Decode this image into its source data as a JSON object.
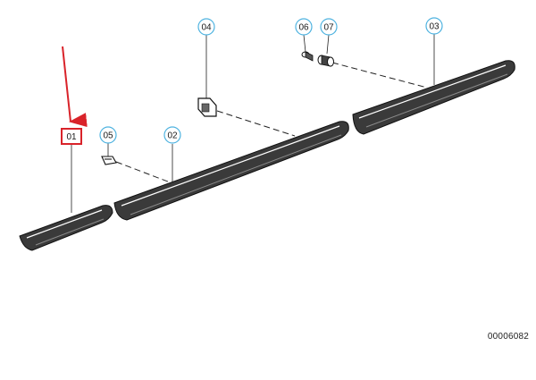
{
  "diagram": {
    "callouts": [
      {
        "id": "01",
        "label": "01",
        "style": "box"
      },
      {
        "id": "02",
        "label": "02",
        "style": "circle"
      },
      {
        "id": "03",
        "label": "03",
        "style": "circle"
      },
      {
        "id": "04",
        "label": "04",
        "style": "circle"
      },
      {
        "id": "05",
        "label": "05",
        "style": "circle"
      },
      {
        "id": "06",
        "label": "06",
        "style": "circle"
      },
      {
        "id": "07",
        "label": "07",
        "style": "circle"
      }
    ],
    "reference_number": "00006082",
    "colors": {
      "callout_circle": "#4fb3e0",
      "highlight_box": "#d9232a",
      "arrow": "#d9232a",
      "line": "#222222",
      "part_fill": "#3a3a3a",
      "part_highlight": "#ffffff"
    }
  }
}
